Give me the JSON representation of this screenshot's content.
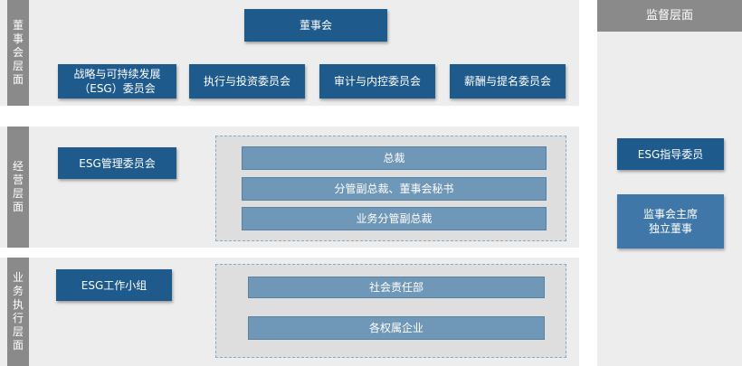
{
  "board_level": {
    "label_chars": [
      "董",
      "事",
      "会",
      "层",
      "面"
    ],
    "top": "董事会",
    "committees": [
      "战略与可持续发展\n（ESG）委员会",
      "执行与投资委员会",
      "审计与内控委员会",
      "薪酬与提名委员会"
    ]
  },
  "management_level": {
    "label_chars": [
      "经",
      "营",
      "层",
      "面"
    ],
    "committee": "ESG管理委员会",
    "roles": [
      "总裁",
      "分管副总裁、董事会秘书",
      "业务分管副总裁"
    ]
  },
  "execution_level": {
    "label_chars": [
      "业",
      "务",
      "执",
      "行",
      "层",
      "面"
    ],
    "group": "ESG工作小组",
    "units": [
      "社会责任部",
      "各权属企业"
    ]
  },
  "supervision_level": {
    "label": "监督层面",
    "esg_advisor": "ESG指导委员",
    "chair": "监事会主席\n独立董事"
  },
  "colors": {
    "dark_box": "#1e5a8c",
    "light_box": "#6f97b7",
    "band": "#ededed",
    "label_gray": "#8a8a8a"
  }
}
